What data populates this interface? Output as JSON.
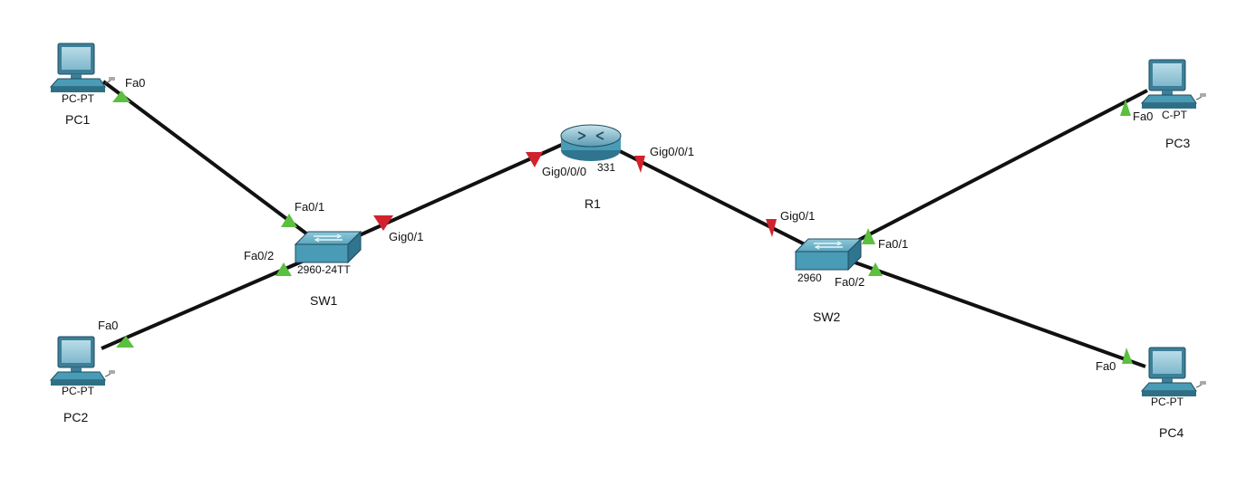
{
  "devices": {
    "pc1": {
      "name": "PC1",
      "model": "PC-PT"
    },
    "pc2": {
      "name": "PC2",
      "model": "PC-PT"
    },
    "pc3": {
      "name": "PC3",
      "model": "C-PT"
    },
    "pc4": {
      "name": "PC4",
      "model": "PC-PT"
    },
    "sw1": {
      "name": "SW1",
      "model": "2960-24TT"
    },
    "sw2": {
      "name": "SW2",
      "model": "2960"
    },
    "r1": {
      "name": "R1",
      "model": "331"
    }
  },
  "ports": {
    "pc1_fa0": "Fa0",
    "pc2_fa0": "Fa0",
    "pc3_fa0": "Fa0",
    "pc4_fa0": "Fa0",
    "sw1_fa01": "Fa0/1",
    "sw1_fa02": "Fa0/2",
    "sw1_gig01": "Gig0/1",
    "r1_gig000": "Gig0/0/0",
    "r1_gig001": "Gig0/0/1",
    "sw2_gig01": "Gig0/1",
    "sw2_fa01": "Fa0/1",
    "sw2_fa02": "Fa0/2"
  },
  "link_status_colors": {
    "up": "#5bbf3f",
    "down": "#d0232c"
  },
  "device_color": "#4a9bb5",
  "icons": {
    "pc": "pc-icon",
    "switch": "switch-icon",
    "router": "router-icon"
  }
}
